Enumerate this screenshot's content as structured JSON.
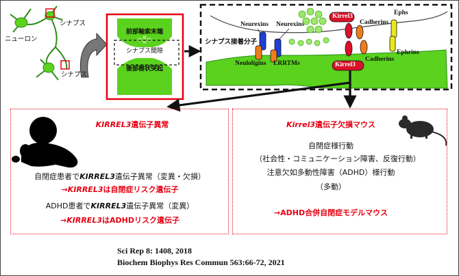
{
  "colors": {
    "accent_red": "#e60012",
    "cell_green": "#5ad21e",
    "vesicle_green": "#9be86c",
    "receptor_blue": "#1f3fd6",
    "receptor_orange": "#f07d1a",
    "receptor_yellow": "#e8e81e",
    "kirrel_red": "#d9122a"
  },
  "overview": {
    "neuron_label": "ニューロン",
    "synapse_label_top": "シナプス",
    "synapse_label_bottom": "シナプス"
  },
  "zoom_box": {
    "presynaptic_label": "前部軸索末端",
    "cleft_label": "シナプス間隙",
    "postsynaptic_label": "後部樹状突起"
  },
  "detail": {
    "adhesion_label": "シナプス接着分子",
    "neurexins_1": "Neurexins",
    "neurexins_2": "Neurexins",
    "kirrel3_top": "Kirrel3",
    "kirrel3_bottom": "Kirrel3",
    "cadherins_top": "Cadherins",
    "cadherins_bottom": "Cadherins",
    "ephs": "Ephs",
    "ephrins": "Ephrins",
    "neuroligins": "Neuloligins",
    "lrrtms": "LRRTMs"
  },
  "left_panel": {
    "title_gene": "KIRREL3",
    "title_rest": "遺伝子異常",
    "line1_a": "自閉症患者で",
    "line1_gene": "KIRREL3",
    "line1_b": "遺伝子異常（変異・欠損）",
    "line2_arrow": "→",
    "line2_gene": "KIRREL3",
    "line2_rest": "は自閉症リスク遺伝子",
    "line3_a": "ADHD患者で",
    "line3_gene": "KIRREL3",
    "line3_b": "遺伝子異常（変異）",
    "line4_arrow": "→",
    "line4_gene": "KIRREL3",
    "line4_rest": "はADHDリスク遺伝子"
  },
  "right_panel": {
    "title_gene": "Kirrel3",
    "title_rest": "遺伝子欠損マウス",
    "line1": "自閉症様行動",
    "line2": "（社会性・コミュニケーション障害、反復行動）",
    "line3": "注意欠如多動性障害（ADHD）様行動",
    "line4": "（多動）",
    "conclusion": "→ADHD合併自閉症モデルマウス"
  },
  "references": {
    "ref1": "Sci Rep 8: 1408, 2018",
    "ref2": "Biochem Biophys Res Commun 563:66-72, 2021"
  }
}
